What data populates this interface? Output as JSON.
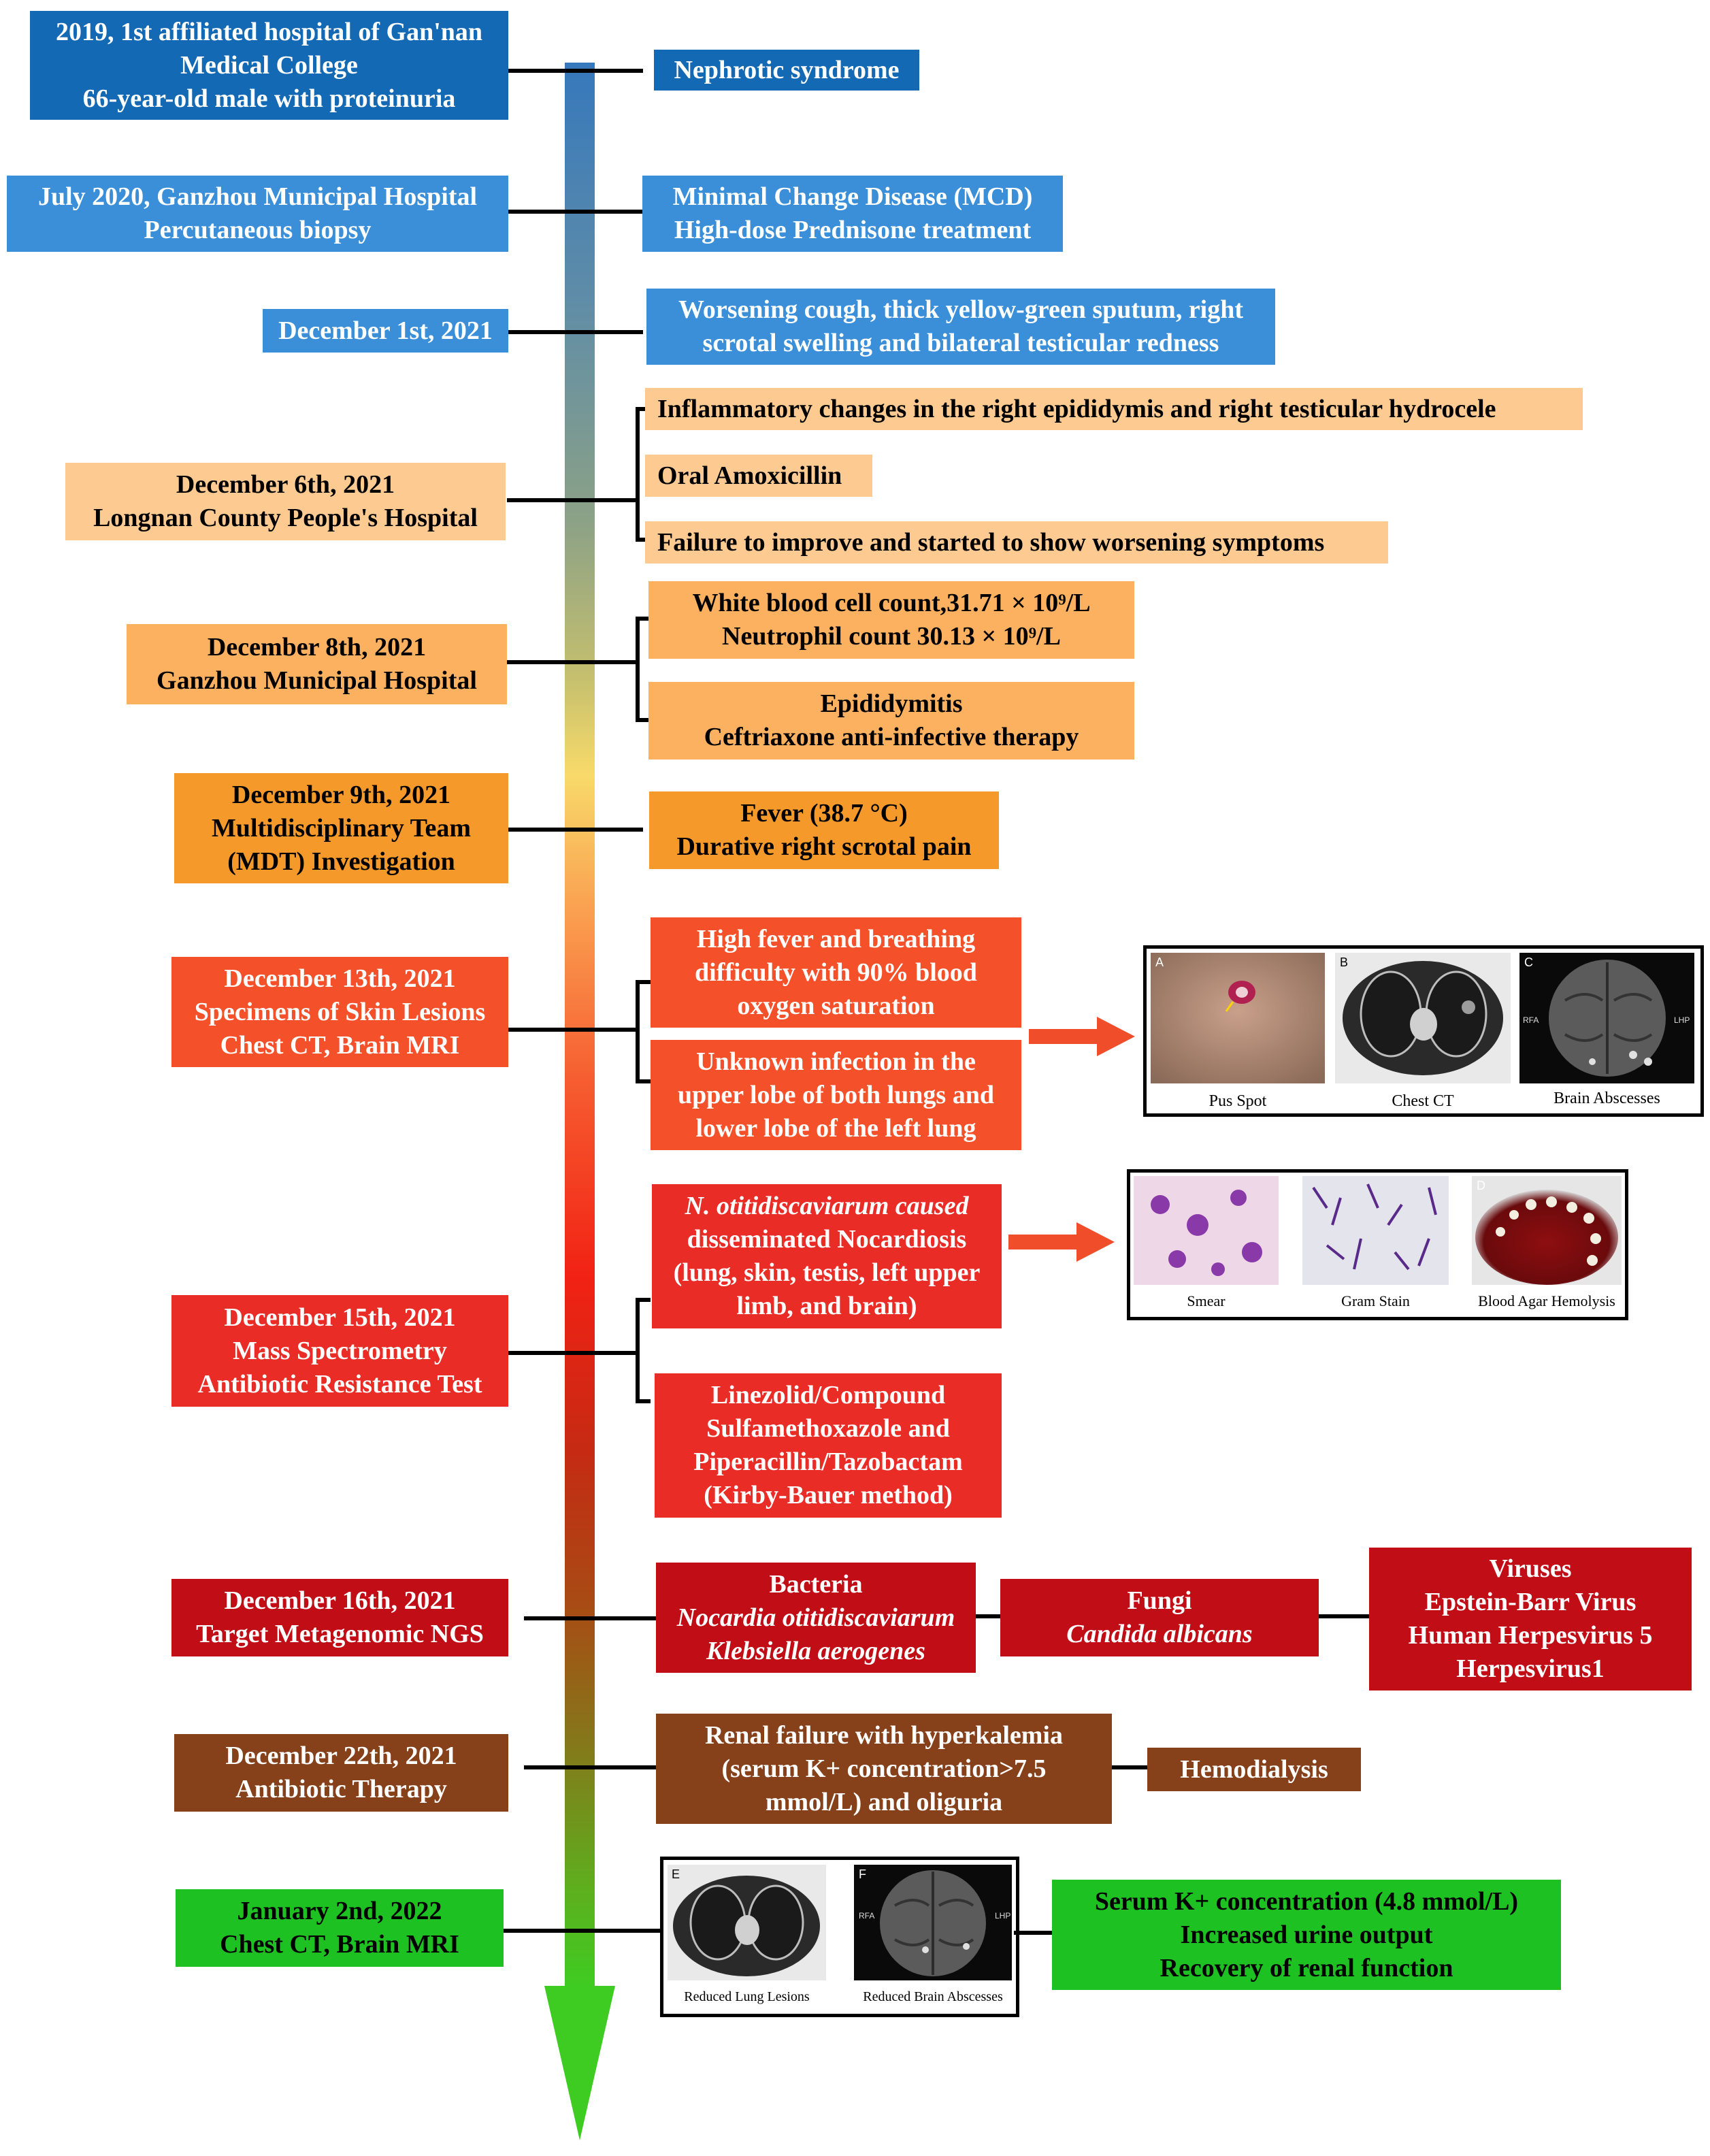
{
  "colors": {
    "blue_dark": "#1469B4",
    "blue_light": "#3A8FD8",
    "peach": "#FDCB92",
    "orange_light": "#FBB15F",
    "orange": "#F59A2A",
    "orange_red": "#F4512B",
    "red": "#EA2C27",
    "dark_red": "#C10E16",
    "brown": "#86401A",
    "green": "#1DC121"
  },
  "timeline": [
    {
      "left": [
        "2019, 1st affiliated hospital of Gan'nan",
        "Medical College",
        "66-year-old male with proteinuria"
      ],
      "right": [
        [
          "Nephrotic syndrome"
        ]
      ]
    },
    {
      "left": [
        "July 2020, Ganzhou Municipal Hospital",
        "Percutaneous biopsy"
      ],
      "right": [
        [
          "Minimal Change Disease (MCD)",
          "High-dose Prednisone treatment"
        ]
      ]
    },
    {
      "left": [
        "December 1st, 2021"
      ],
      "right": [
        [
          "Worsening cough, thick yellow-green sputum, right",
          "scrotal swelling and bilateral testicular redness"
        ]
      ]
    },
    {
      "left": [
        "December 6th, 2021",
        "Longnan County People's Hospital"
      ],
      "right": [
        [
          "Inflammatory changes in the right epididymis and right testicular hydrocele"
        ],
        [
          "Oral Amoxicillin"
        ],
        [
          "Failure to improve and started to show worsening symptoms"
        ]
      ]
    },
    {
      "left": [
        "December 8th, 2021",
        "Ganzhou Municipal Hospital"
      ],
      "right": [
        [
          "White blood cell count,31.71 × 10⁹/L",
          "Neutrophil count 30.13 × 10⁹/L"
        ],
        [
          "Epididymitis",
          "Ceftriaxone anti-infective therapy"
        ]
      ]
    },
    {
      "left": [
        "December 9th, 2021",
        "Multidisciplinary Team",
        "(MDT) Investigation"
      ],
      "right": [
        [
          "Fever (38.7 °C)",
          "Durative right scrotal pain"
        ]
      ]
    },
    {
      "left": [
        "December 13th, 2021",
        "Specimens of Skin Lesions",
        "Chest CT, Brain MRI"
      ],
      "right": [
        [
          "High fever and breathing",
          "difficulty with 90% blood",
          "oxygen saturation"
        ],
        [
          "Unknown infection in the",
          "upper lobe of both lungs and",
          "lower lobe of the left lung"
        ]
      ]
    },
    {
      "left": [
        "December 15th, 2021",
        "Mass Spectrometry",
        "Antibiotic Resistance Test"
      ],
      "right": [
        [
          "N. otitidiscaviarum caused",
          "disseminated Nocardiosis",
          "(lung, skin, testis, left upper",
          "limb, and brain)"
        ],
        [
          "Linezolid/Compound",
          "Sulfamethoxazole and",
          "Piperacillin/Tazobactam",
          "(Kirby-Bauer method)"
        ]
      ]
    },
    {
      "left": [
        "December 16th, 2021",
        "Target Metagenomic NGS"
      ],
      "right": [
        [
          "Bacteria",
          "Nocardia otitidiscaviarum",
          "Klebsiella aerogenes"
        ],
        [
          "Fungi",
          "Candida albicans"
        ],
        [
          "Viruses",
          "Epstein-Barr Virus",
          "Human Herpesvirus 5",
          "Herpesvirus1"
        ]
      ]
    },
    {
      "left": [
        "December 22th, 2021",
        "Antibiotic Therapy"
      ],
      "right": [
        [
          "Renal failure with hyperkalemia",
          "(serum K+ concentration>7.5",
          "mmol/L) and oliguria"
        ],
        [
          "Hemodialysis"
        ]
      ]
    },
    {
      "left": [
        "January 2nd, 2022",
        "Chest CT, Brain MRI"
      ],
      "right": [
        [
          "Serum K+ concentration (4.8 mmol/L)",
          "Increased urine output",
          "Recovery of renal function"
        ]
      ]
    }
  ],
  "figures": {
    "panel1": {
      "letters": [
        "A",
        "B",
        "C"
      ],
      "captions": [
        "Pus Spot",
        "Chest CT",
        "Brain Abscesses"
      ],
      "mri_labels": [
        "RFA",
        "LHP"
      ]
    },
    "panel2": {
      "letters": [
        "",
        "",
        "D"
      ],
      "captions": [
        "Smear",
        "Gram Stain",
        "Blood Agar Hemolysis"
      ]
    },
    "panel3": {
      "letters": [
        "E",
        "F"
      ],
      "captions": [
        "Reduced Lung Lesions",
        "Reduced Brain Abscesses"
      ],
      "mri_labels": [
        "RFA",
        "LHP"
      ]
    }
  }
}
